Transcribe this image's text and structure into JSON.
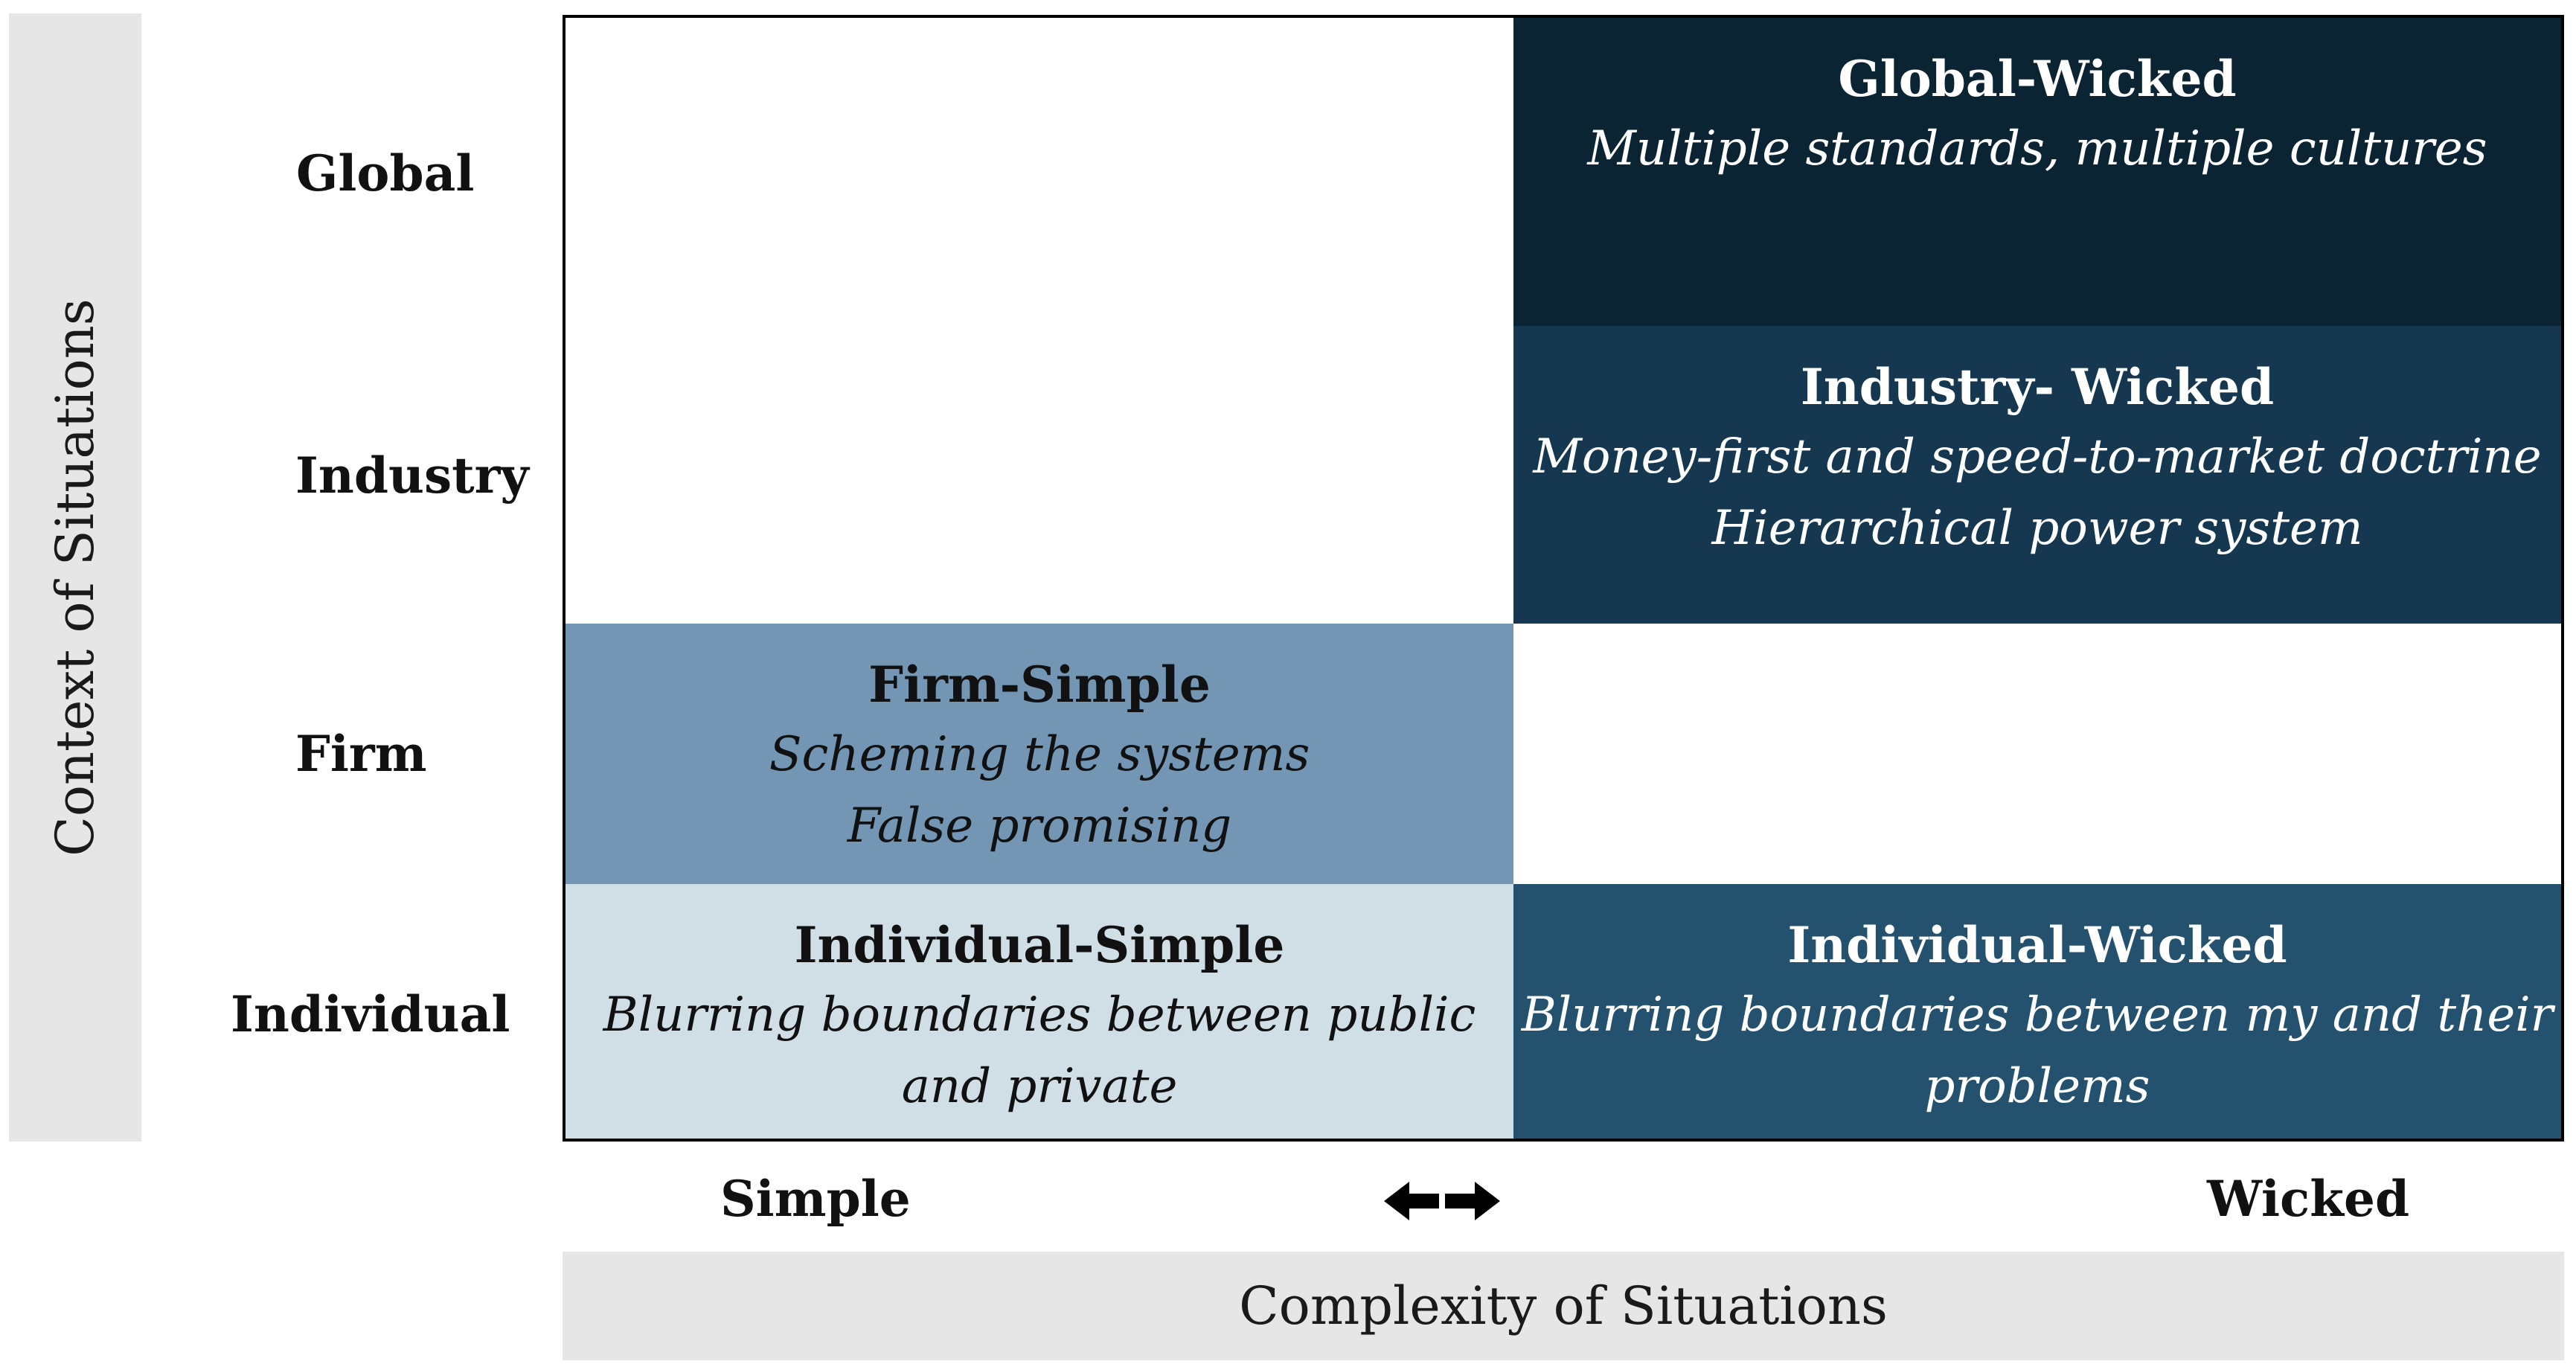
{
  "y_axis": {
    "title": "Context of Situations",
    "levels": [
      "Global",
      "Industry",
      "Firm",
      "Individual"
    ]
  },
  "x_axis": {
    "title": "Complexity of Situations",
    "low_label": "Simple",
    "high_label": "Wicked",
    "arrow_icon": "double-arrow-icon"
  },
  "cells": {
    "global_wicked": {
      "title": "Global-Wicked",
      "lines": [
        "Multiple standards, multiple cultures"
      ],
      "color": "#0b2434"
    },
    "industry_wicked": {
      "title": "Industry- Wicked",
      "lines": [
        "Money-first and speed-to-market doctrine",
        "Hierarchical power system"
      ],
      "color": "#15374f"
    },
    "firm_simple": {
      "title": "Firm-Simple",
      "lines": [
        "Scheming the systems",
        "False promising"
      ],
      "color": "#7396b5"
    },
    "individual_simple": {
      "title": "Individual-Simple",
      "lines": [
        "Blurring boundaries between public",
        "and private"
      ],
      "color": "#d0dee6"
    },
    "individual_wicked": {
      "title": "Individual-Wicked",
      "lines": [
        "Blurring boundaries between my and their",
        "problems"
      ],
      "color": "#24516d"
    }
  }
}
